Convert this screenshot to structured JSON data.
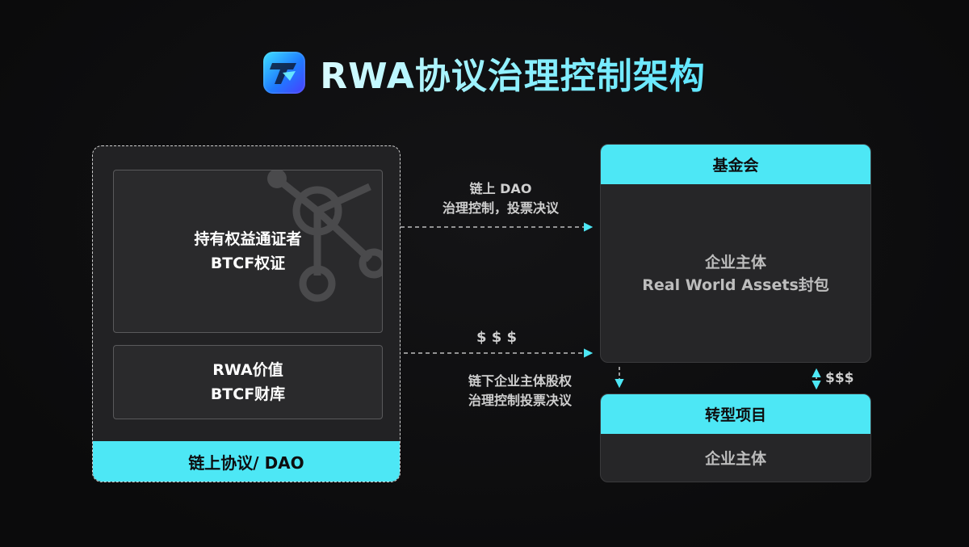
{
  "header": {
    "title": "RWA协议治理控制架构",
    "logo_icon": "brand-t-logo-icon"
  },
  "left_panel": {
    "holder_line1": "持有权益通证者",
    "holder_line2": "BTCF权证",
    "treasury_line1": "RWA价值",
    "treasury_line2": "BTCF财库",
    "footer": "链上协议/ DAO",
    "watermark_icon": "network-nodes-icon"
  },
  "foundation": {
    "head": "基金会",
    "line1": "企业主体",
    "line2": "Real World Assets封包"
  },
  "project": {
    "head": "转型项目",
    "body": "企业主体"
  },
  "connectors": {
    "top_line1": "链上 DAO",
    "top_line2": "治理控制，投票决议",
    "middle": "$ $ $",
    "bottom_line1": "链下企业主体股权",
    "bottom_line2": "治理控制投票决议",
    "right": "$$$"
  },
  "colors": {
    "accent": "#4de7f5",
    "panel": "#222224",
    "inner_box": "#2a2a2c",
    "background": "#0d0d0f"
  }
}
